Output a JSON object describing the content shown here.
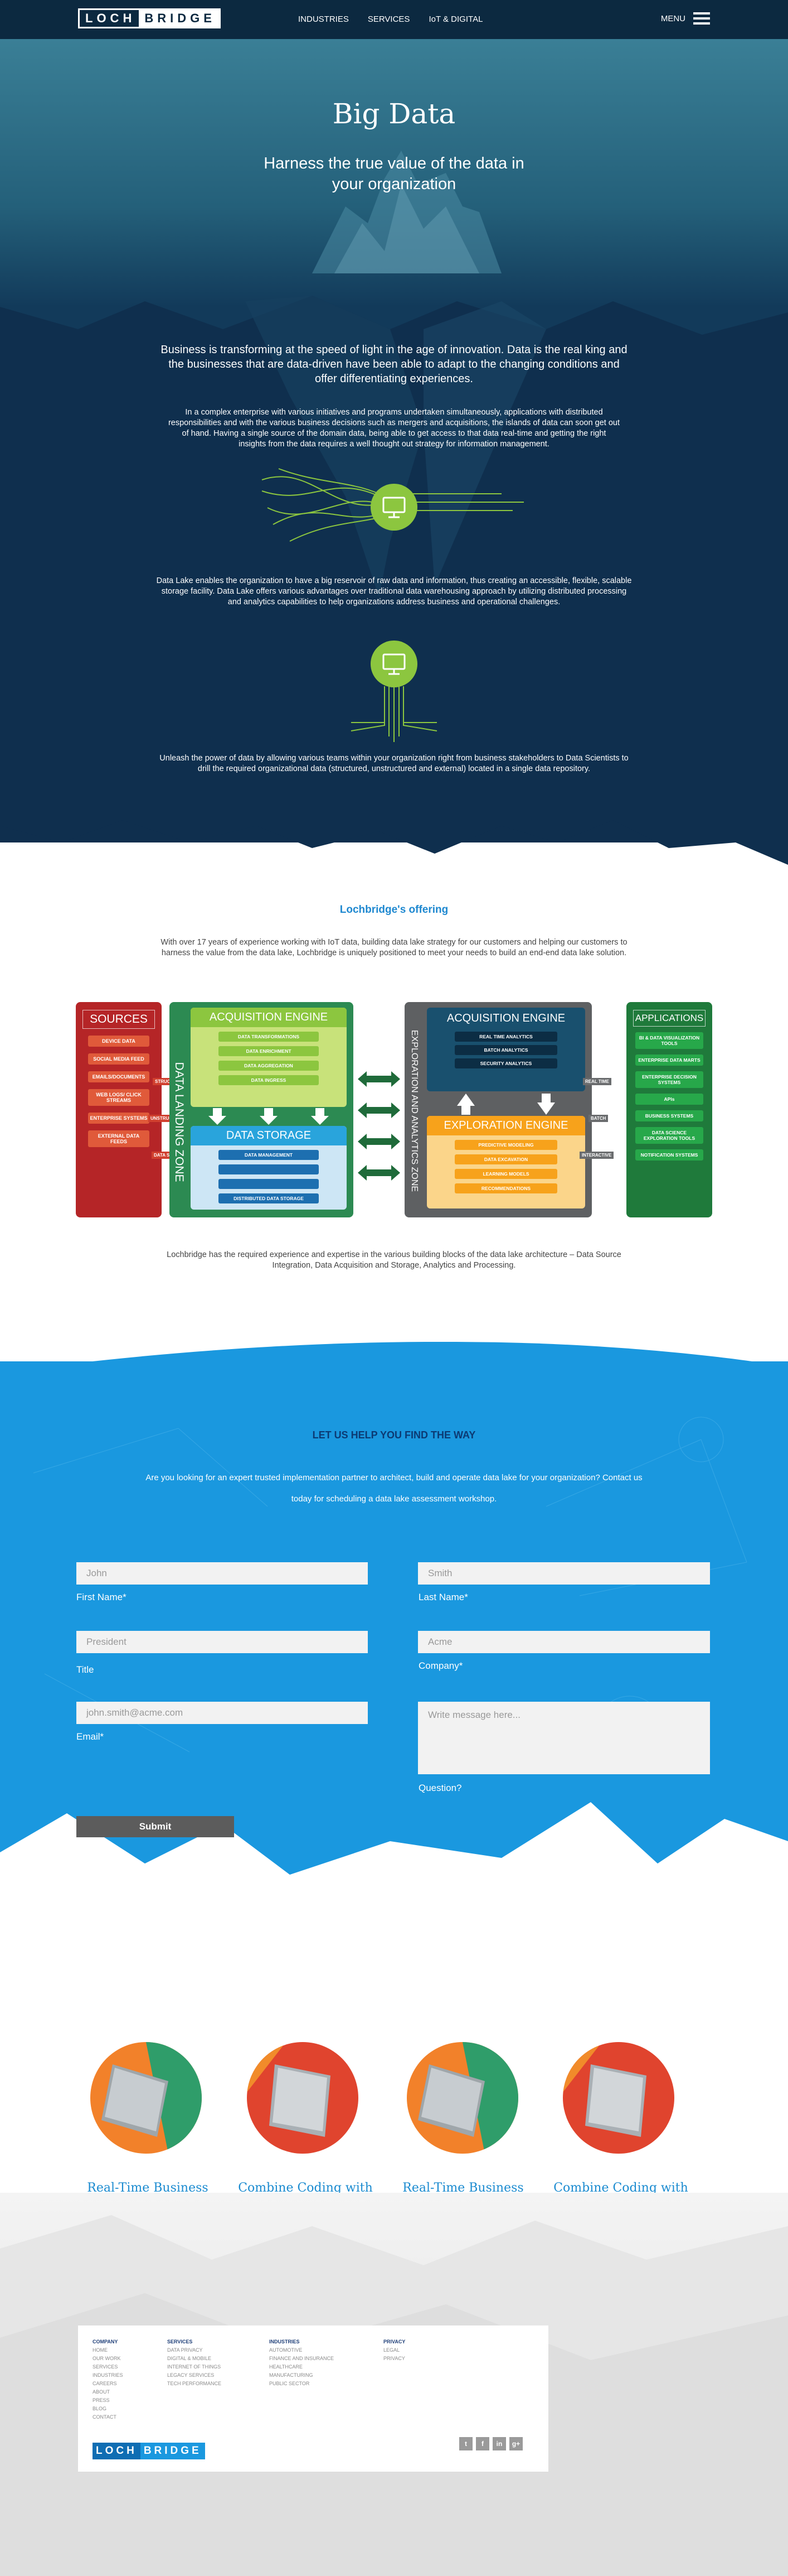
{
  "nav": {
    "logo_a": "LOCH",
    "logo_b": "BRIDGE",
    "links": [
      "INDUSTRIES",
      "SERVICES",
      "IoT & DIGITAL"
    ],
    "menu_label": "MENU"
  },
  "hero": {
    "title": "Big Data",
    "subtitle": "Harness the true value of the data in your organization",
    "lead": "Business is transforming at the speed of light in the age of innovation. Data is the real king and the businesses that are data-driven have been able to adapt to the changing conditions and offer differentiating experiences.",
    "para1": "In a complex enterprise with various initiatives and programs undertaken simultaneously, applications with distributed responsibilities and with the various business decisions such as mergers and acquisitions, the islands of data can soon get out of hand. Having a single source of the domain data, being able to get access to that data real-time and getting the right insights from the data requires a well thought out strategy for information management.",
    "para2": "Data Lake enables the organization to have a big reservoir of raw data and information, thus creating an accessible, flexible, scalable storage facility. Data Lake offers various advantages over traditional data warehousing approach by utilizing distributed processing and analytics capabilities to help organizations address business and operational challenges.",
    "para3": "Unleash the power of data by allowing various teams within your organization right from business stakeholders to Data Scientists to drill the required organizational data (structured, unstructured and external) located in a single data repository."
  },
  "offering": {
    "title": "Lochbridge's offering",
    "text": "With over 17 years of experience working with IoT data, building data lake strategy for our customers and helping our customers to harness the value from the data lake, Lochbridge is uniquely positioned to meet your needs to build an end-end data lake solution.",
    "caption": "Lochbridge has the required experience and expertise in the various building blocks of the data lake architecture – Data Source Integration, Data Acquisition and Storage, Analytics and Processing."
  },
  "architecture": {
    "sources_title": "SOURCES",
    "sources": [
      "DEVICE DATA",
      "SOCIAL MEDIA FEED",
      "EMAILS/DOCUMENTS",
      "WEB LOGS/ CLICK STREAMS",
      "ENTERPRISE SYSTEMS",
      "EXTERNAL DATA FEEDS"
    ],
    "source_labels": [
      "STRUCTURED",
      "UNSTRUCTURED",
      "DATA STREAM"
    ],
    "landing_zone": "DATA LANDING ZONE",
    "acq_title": "ACQUISITION ENGINE",
    "acq_items": [
      "DATA TRANSFORMATIONS",
      "DATA ENRICHMENT",
      "DATA AGGREGATION",
      "DATA INGRESS"
    ],
    "storage_title": "DATA STORAGE",
    "storage_items": [
      "DATA MANAGEMENT",
      "",
      "",
      "DISTRIBUTED DATA STORAGE"
    ],
    "exploration_zone": "EXPLORATION AND ANALYTICS ZONE",
    "acq2_title": "ACQUISITION ENGINE",
    "acq2_items": [
      "REAL TIME ANALYTICS",
      "BATCH ANALYTICS",
      "SECURITY ANALYTICS"
    ],
    "exp_title": "EXPLORATION ENGINE",
    "exp_items": [
      "PREDICTIVE MODELING",
      "DATA EXCAVATION",
      "LEARNING MODELS",
      "RECOMMENDATIONS"
    ],
    "flow_labels": [
      "REAL TIME",
      "BATCH",
      "INTERACTIVE"
    ],
    "apps_title": "APPLICATIONS",
    "apps": [
      "BI & DATA VISUALIZATION TOOLS",
      "ENTERPRISE DATA MARTS",
      "ENTERPRISE DECISION SYSTEMS",
      "APIs",
      "BUSINESS SYSTEMS",
      "DATA SCIENCE EXPLORATION TOOLS",
      "NOTIFICATION SYSTEMS"
    ]
  },
  "contact": {
    "title": "LET US HELP YOU FIND THE WAY",
    "text": "Are you looking for an expert trusted implementation partner to architect, build and operate data lake for your organization? Contact us today for scheduling a data lake assessment workshop.",
    "first_name_placeholder": "John",
    "first_name_label": "First Name*",
    "last_name_placeholder": "Smith",
    "last_name_label": "Last Name*",
    "title_placeholder": "President",
    "title_label": "Title",
    "company_placeholder": "Acme",
    "company_label": "Company*",
    "email_placeholder": "john.smith@acme.com",
    "email_label": "Email*",
    "message_placeholder": "Write message here...",
    "question_label": "Question?",
    "submit_label": "Submit"
  },
  "books": [
    {
      "title": "Real-Time Business Growth"
    },
    {
      "title": "Combine Coding with Collaboration"
    },
    {
      "title": "Real-Time Business Growth"
    },
    {
      "title": "Combine Coding with Collaboration"
    }
  ],
  "footer": {
    "company_head": "COMPANY",
    "company_links": [
      "HOME",
      "OUR WORK",
      "SERVICES",
      "INDUSTRIES",
      "CAREERS",
      "ABOUT",
      "PRESS",
      "BLOG",
      "CONTACT"
    ],
    "services_head": "SERVICES",
    "services_links": [
      "DATA PRIVACY",
      "DIGITAL & MOBILE",
      "INTERNET OF THINGS",
      "LEGACY SERVICES",
      "TECH PERFORMANCE"
    ],
    "industries_head": "INDUSTRIES",
    "industries_links": [
      "AUTOMOTIVE",
      "FINANCE AND INSURANCE",
      "HEALTHCARE",
      "MANUFACTURING",
      "PUBLIC SECTOR"
    ],
    "privacy_head": "PRIVACY",
    "privacy_links": [
      "LEGAL",
      "PRIVACY"
    ],
    "logo_a": "LOCH",
    "logo_b": "BRIDGE",
    "social": [
      "twitter-icon",
      "facebook-icon",
      "linkedin-icon",
      "googleplus-icon"
    ]
  }
}
